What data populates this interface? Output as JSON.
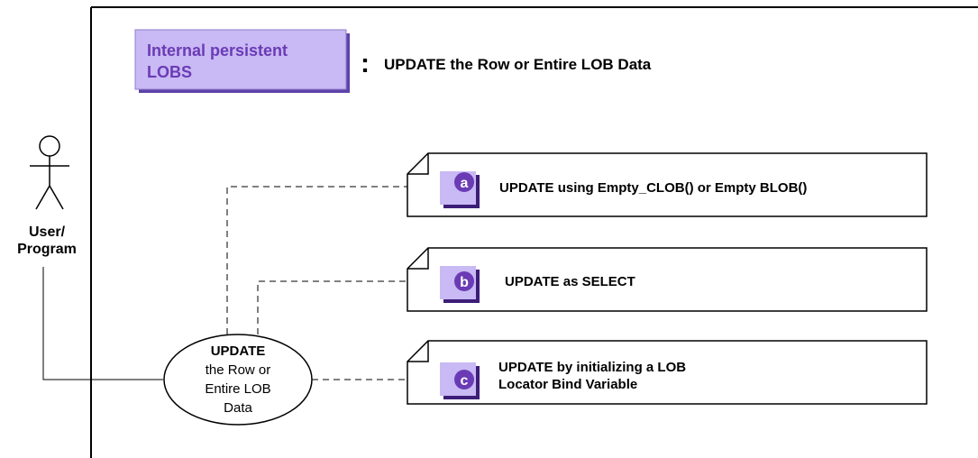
{
  "header": {
    "category_label_line1": "Internal persistent",
    "category_label_line2": "LOBS",
    "separator": ":",
    "title": "UPDATE the Row or Entire LOB Data"
  },
  "actor": {
    "label_line1": "User/",
    "label_line2": "Program"
  },
  "use_case": {
    "line1": "UPDATE",
    "line2": "the Row or",
    "line3": "Entire LOB",
    "line4": "Data"
  },
  "sub_cases": [
    {
      "letter": "a",
      "line1": "UPDATE using Empty_CLOB() or Empty BLOB()",
      "line2": ""
    },
    {
      "letter": "b",
      "line1": "UPDATE as SELECT",
      "line2": ""
    },
    {
      "letter": "c",
      "line1": "UPDATE by initializing a LOB",
      "line2": "Locator Bind Variable"
    }
  ],
  "colors": {
    "category_fill": "#c9b9f4",
    "category_text": "#6a3bb5",
    "badge_fill": "#6a3bb5",
    "badge_shadow": "#3c1d78",
    "line": "#000000"
  }
}
